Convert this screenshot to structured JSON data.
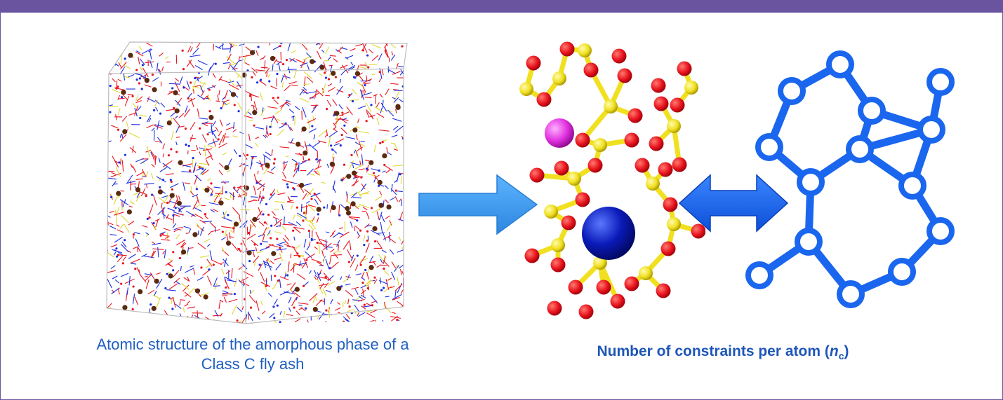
{
  "colors": {
    "header_bar": "#6a54a0",
    "caption_text": "#1f5fc2",
    "arrow_fill": "#3f9ef0",
    "double_arrow_fill": "#1a66ee",
    "network_stroke": "#1a66ee",
    "atom_oxygen": "#e8141e",
    "atom_silicon": "#f0e020",
    "atom_blue_large": "#0a1ab8",
    "atom_magenta": "#e030e0",
    "atom_brown": "#5a2a10"
  },
  "captions": {
    "left_line1": "Atomic structure of the amorphous phase of a",
    "left_line2": "Class C fly ash",
    "right_main": "Number of constraints per atom (",
    "right_symbol": "n",
    "right_subscript": "c",
    "right_close": ")"
  }
}
